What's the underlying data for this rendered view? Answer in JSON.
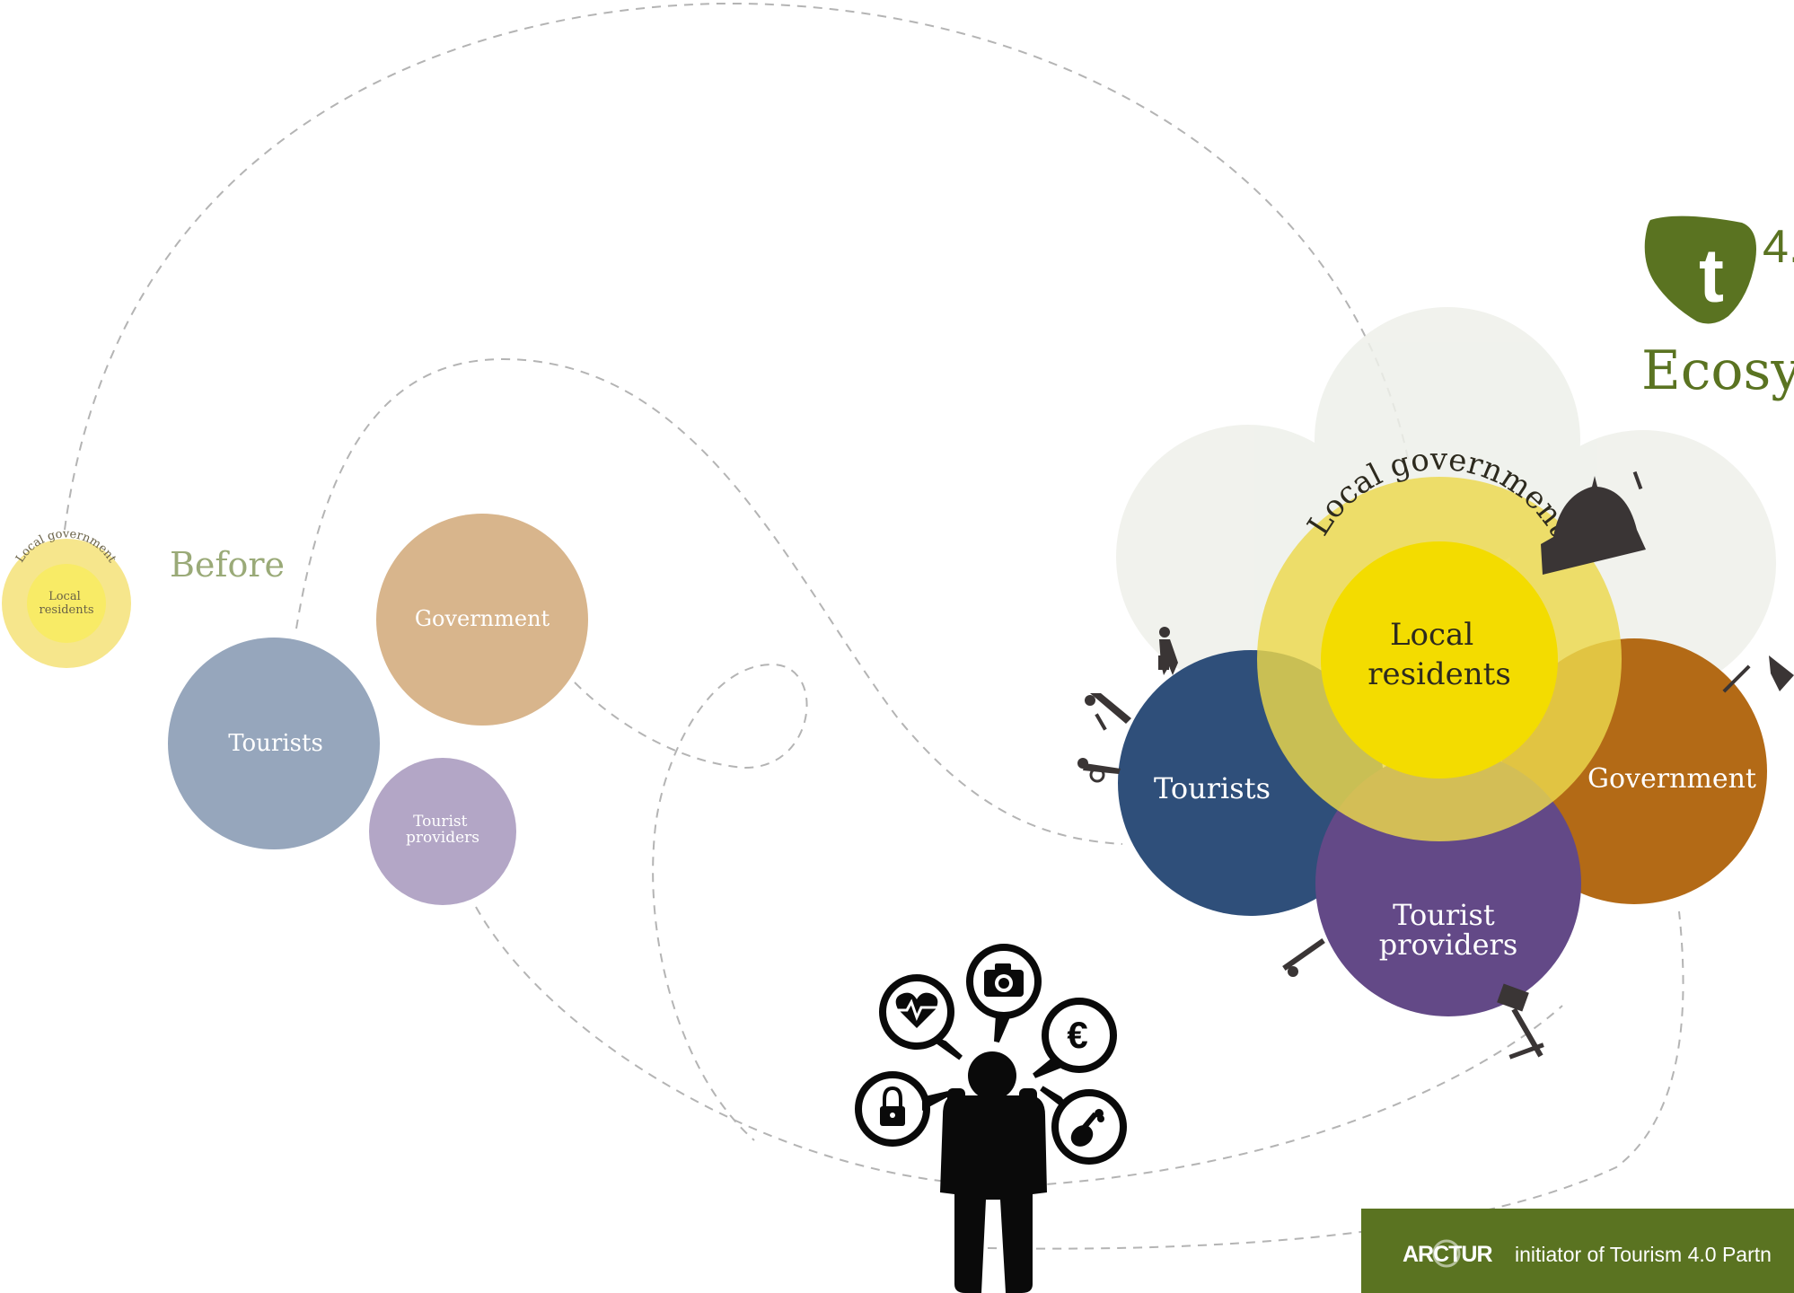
{
  "colors": {
    "brand_green": "#5a7321",
    "before_green": "#9aaa78",
    "tourists_blue": "#2f4f7a",
    "tourists_blue_light": "#96a6bc",
    "government_orange": "#b36a16",
    "government_tan": "#d8b58c",
    "providers_purple": "#634987",
    "providers_purple_light": "#b3a6c6",
    "local_gov_yellow": "#ecd84c",
    "residents_yellow": "#f3dc00",
    "ghost_circle": "#f1f2ed",
    "dash_line": "#b4b4b4",
    "icon_dark": "#3a3535"
  },
  "before": {
    "title": "Before",
    "small_group": {
      "outer_label": "Local government",
      "inner_label": [
        "Local",
        "residents"
      ]
    },
    "government": "Government",
    "tourists": "Tourists",
    "providers": [
      "Tourist",
      "providers"
    ]
  },
  "after": {
    "logo": {
      "mark": "t",
      "number": "4.",
      "title": "Ecosys"
    },
    "local_government": "Local government",
    "local_residents": [
      "Local",
      "residents"
    ],
    "tourists": "Tourists",
    "government": "Government",
    "providers": [
      "Tourist",
      "providers"
    ]
  },
  "traveler": {
    "icons": [
      "heart-rate-icon",
      "camera-icon",
      "euro-icon",
      "lock-icon",
      "food-icon"
    ]
  },
  "footer": {
    "brand": "ARCTUR",
    "text": "initiator of Tourism 4.0 Partn"
  }
}
